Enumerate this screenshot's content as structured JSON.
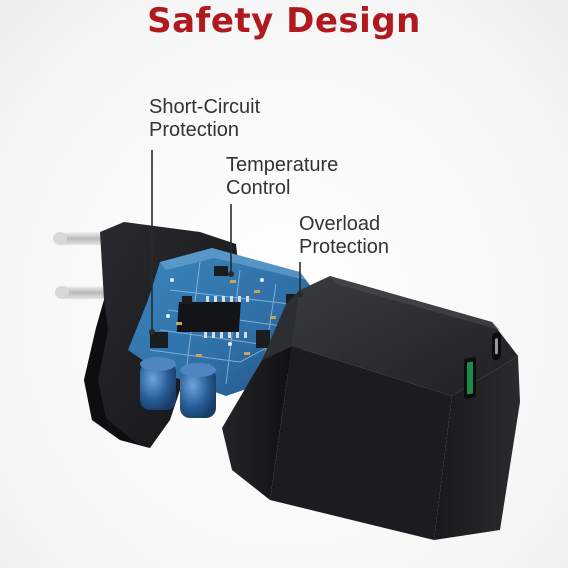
{
  "title": "Safety Design",
  "callouts": [
    {
      "line1": "Short-Circuit",
      "line2": "Protection"
    },
    {
      "line1": "Temperature",
      "line2": "Control"
    },
    {
      "line1": "Overload",
      "line2": "Protection"
    }
  ],
  "colors": {
    "title": "#b0191e",
    "label": "#333333",
    "charger_body": "#1e1f22",
    "circuit_board": "#2f6fa6",
    "capacitor": "#2a5f99",
    "usb_a_port": "#1c8c4a"
  }
}
